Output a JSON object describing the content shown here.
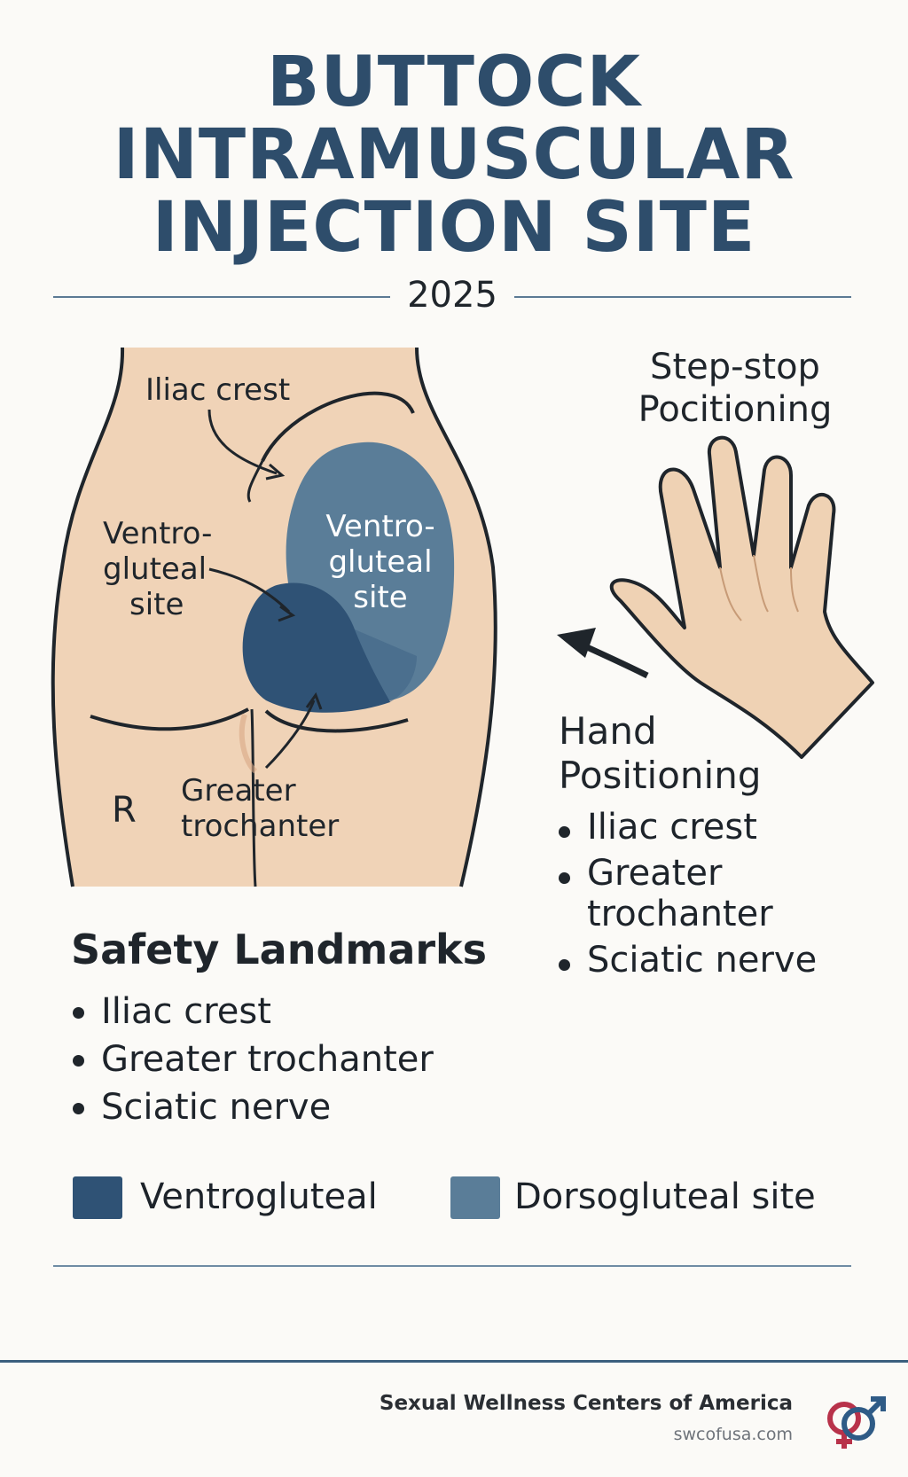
{
  "title": {
    "line1": "BUTTOCK",
    "line2": "INTRAMUSCULAR",
    "line3": "INJECTION SITE"
  },
  "year": "2025",
  "diagram": {
    "label_iliac": "Iliac crest",
    "label_ventro_left": [
      "Ventro-",
      "gluteal",
      "site"
    ],
    "label_ventro_blob": [
      "Ventro-",
      "gluteal",
      "site"
    ],
    "label_greater": [
      "Greater",
      "trochanter"
    ],
    "label_side": "R"
  },
  "hand": {
    "title": [
      "Step-stop",
      "Pocitioning"
    ],
    "positioning_title": [
      "Hand",
      "Positioning"
    ],
    "items": [
      "Iliac crest",
      "Greater",
      "trochanter",
      "Sciatic nerve"
    ]
  },
  "safety": {
    "title": "Safety Landmarks",
    "items": [
      "Iliac crest",
      "Greater trochanter",
      "Sciatic nerve"
    ]
  },
  "legend": {
    "items": [
      {
        "label": "Ventrogluteal",
        "color": "#2f5275"
      },
      {
        "label": "Dorsogluteal site",
        "color": "#5a7d98"
      }
    ]
  },
  "footer": {
    "org": "Sexual Wellness Centers of America",
    "site": "swcofusa.com"
  },
  "colors": {
    "skin": "#f0d3b7",
    "dark_blue": "#2f5275",
    "mid_blue": "#5a7d98",
    "title_blue": "#2e4d6b"
  }
}
